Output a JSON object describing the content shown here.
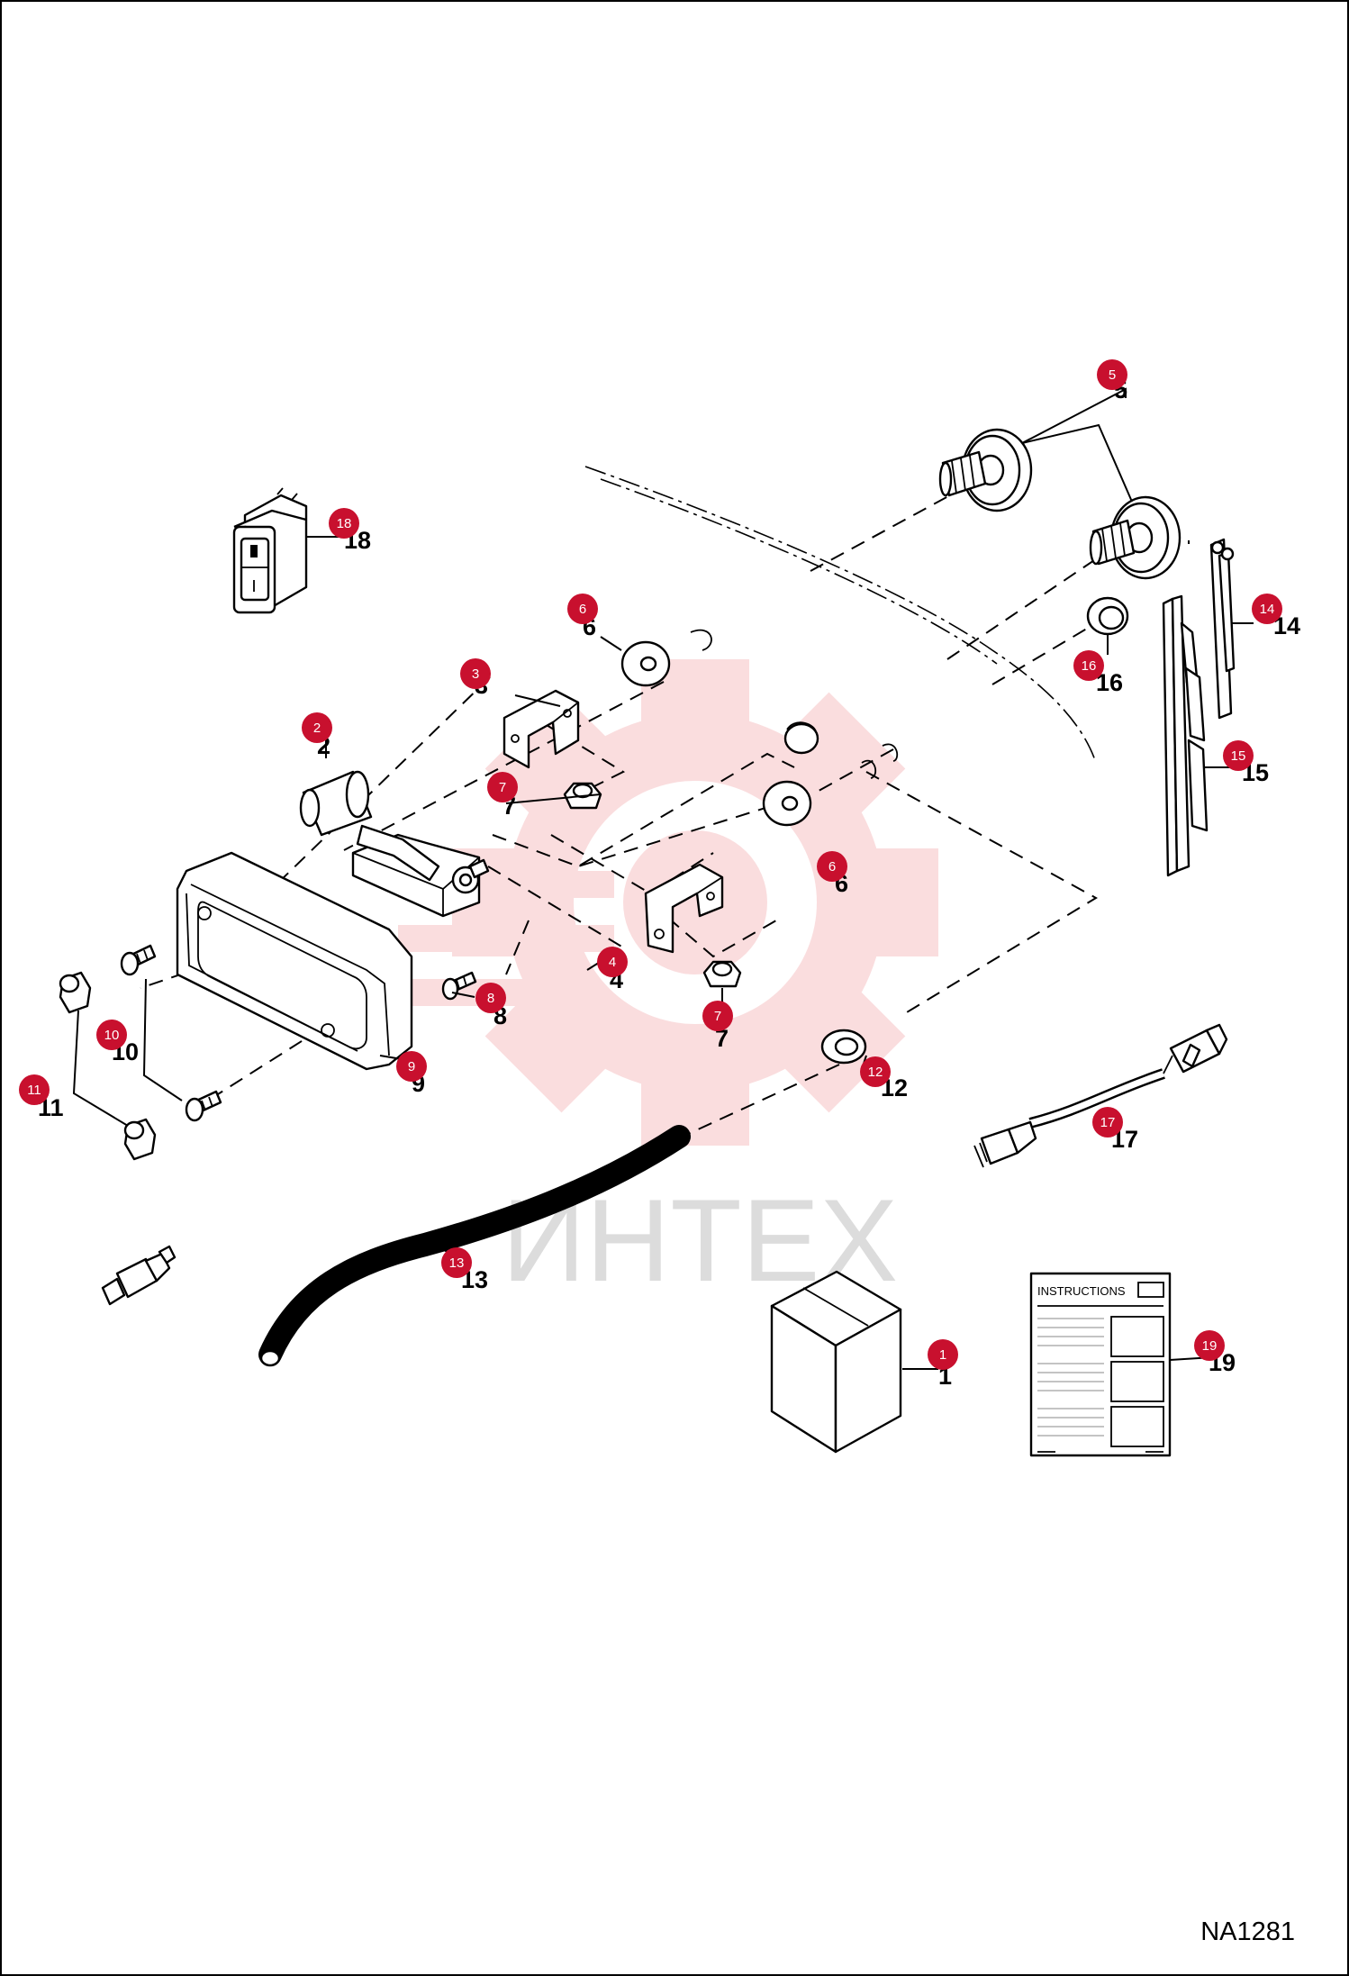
{
  "drawing_code": "NA1281",
  "watermark_text": "ИНТЕХ",
  "instruction_sheet_title": "INSTRUCTIONS",
  "accent_color": "#c8102e",
  "callouts": [
    {
      "id": "1",
      "label": "1"
    },
    {
      "id": "2",
      "label": "2"
    },
    {
      "id": "3",
      "label": "3"
    },
    {
      "id": "4",
      "label": "4"
    },
    {
      "id": "5",
      "label": "5"
    },
    {
      "id": "6a",
      "label": "6"
    },
    {
      "id": "6b",
      "label": "6"
    },
    {
      "id": "7a",
      "label": "7"
    },
    {
      "id": "7b",
      "label": "7"
    },
    {
      "id": "8",
      "label": "8"
    },
    {
      "id": "9",
      "label": "9"
    },
    {
      "id": "10",
      "label": "10"
    },
    {
      "id": "11",
      "label": "11"
    },
    {
      "id": "12",
      "label": "12"
    },
    {
      "id": "13",
      "label": "13"
    },
    {
      "id": "14",
      "label": "14"
    },
    {
      "id": "15",
      "label": "15"
    },
    {
      "id": "16",
      "label": "16"
    },
    {
      "id": "17",
      "label": "17"
    },
    {
      "id": "18",
      "label": "18"
    },
    {
      "id": "19",
      "label": "19"
    }
  ]
}
